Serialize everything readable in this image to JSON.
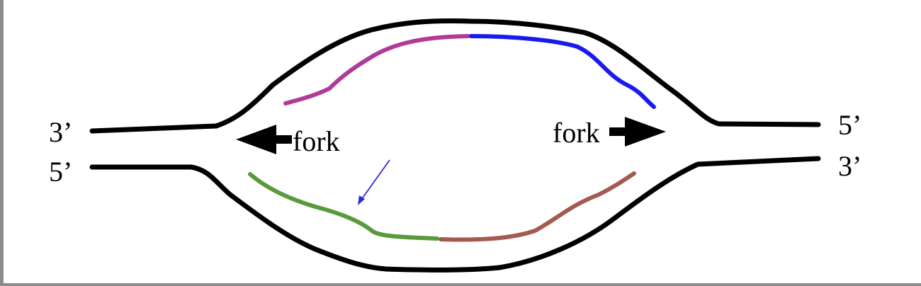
{
  "strand_ends": {
    "top_left": "3’",
    "bottom_left": "5’",
    "top_right": "5’",
    "bottom_right": "3’"
  },
  "forks": {
    "left": "fork",
    "right": "fork"
  },
  "colors": {
    "parental_strand": "#000000",
    "top_left_new_strand": "#b03a98",
    "top_right_new_strand": "#1a1aee",
    "bottom_left_new_strand": "#5a9a3a",
    "bottom_right_new_strand": "#a55a50",
    "pointer_arrow": "#2b2bdd"
  }
}
